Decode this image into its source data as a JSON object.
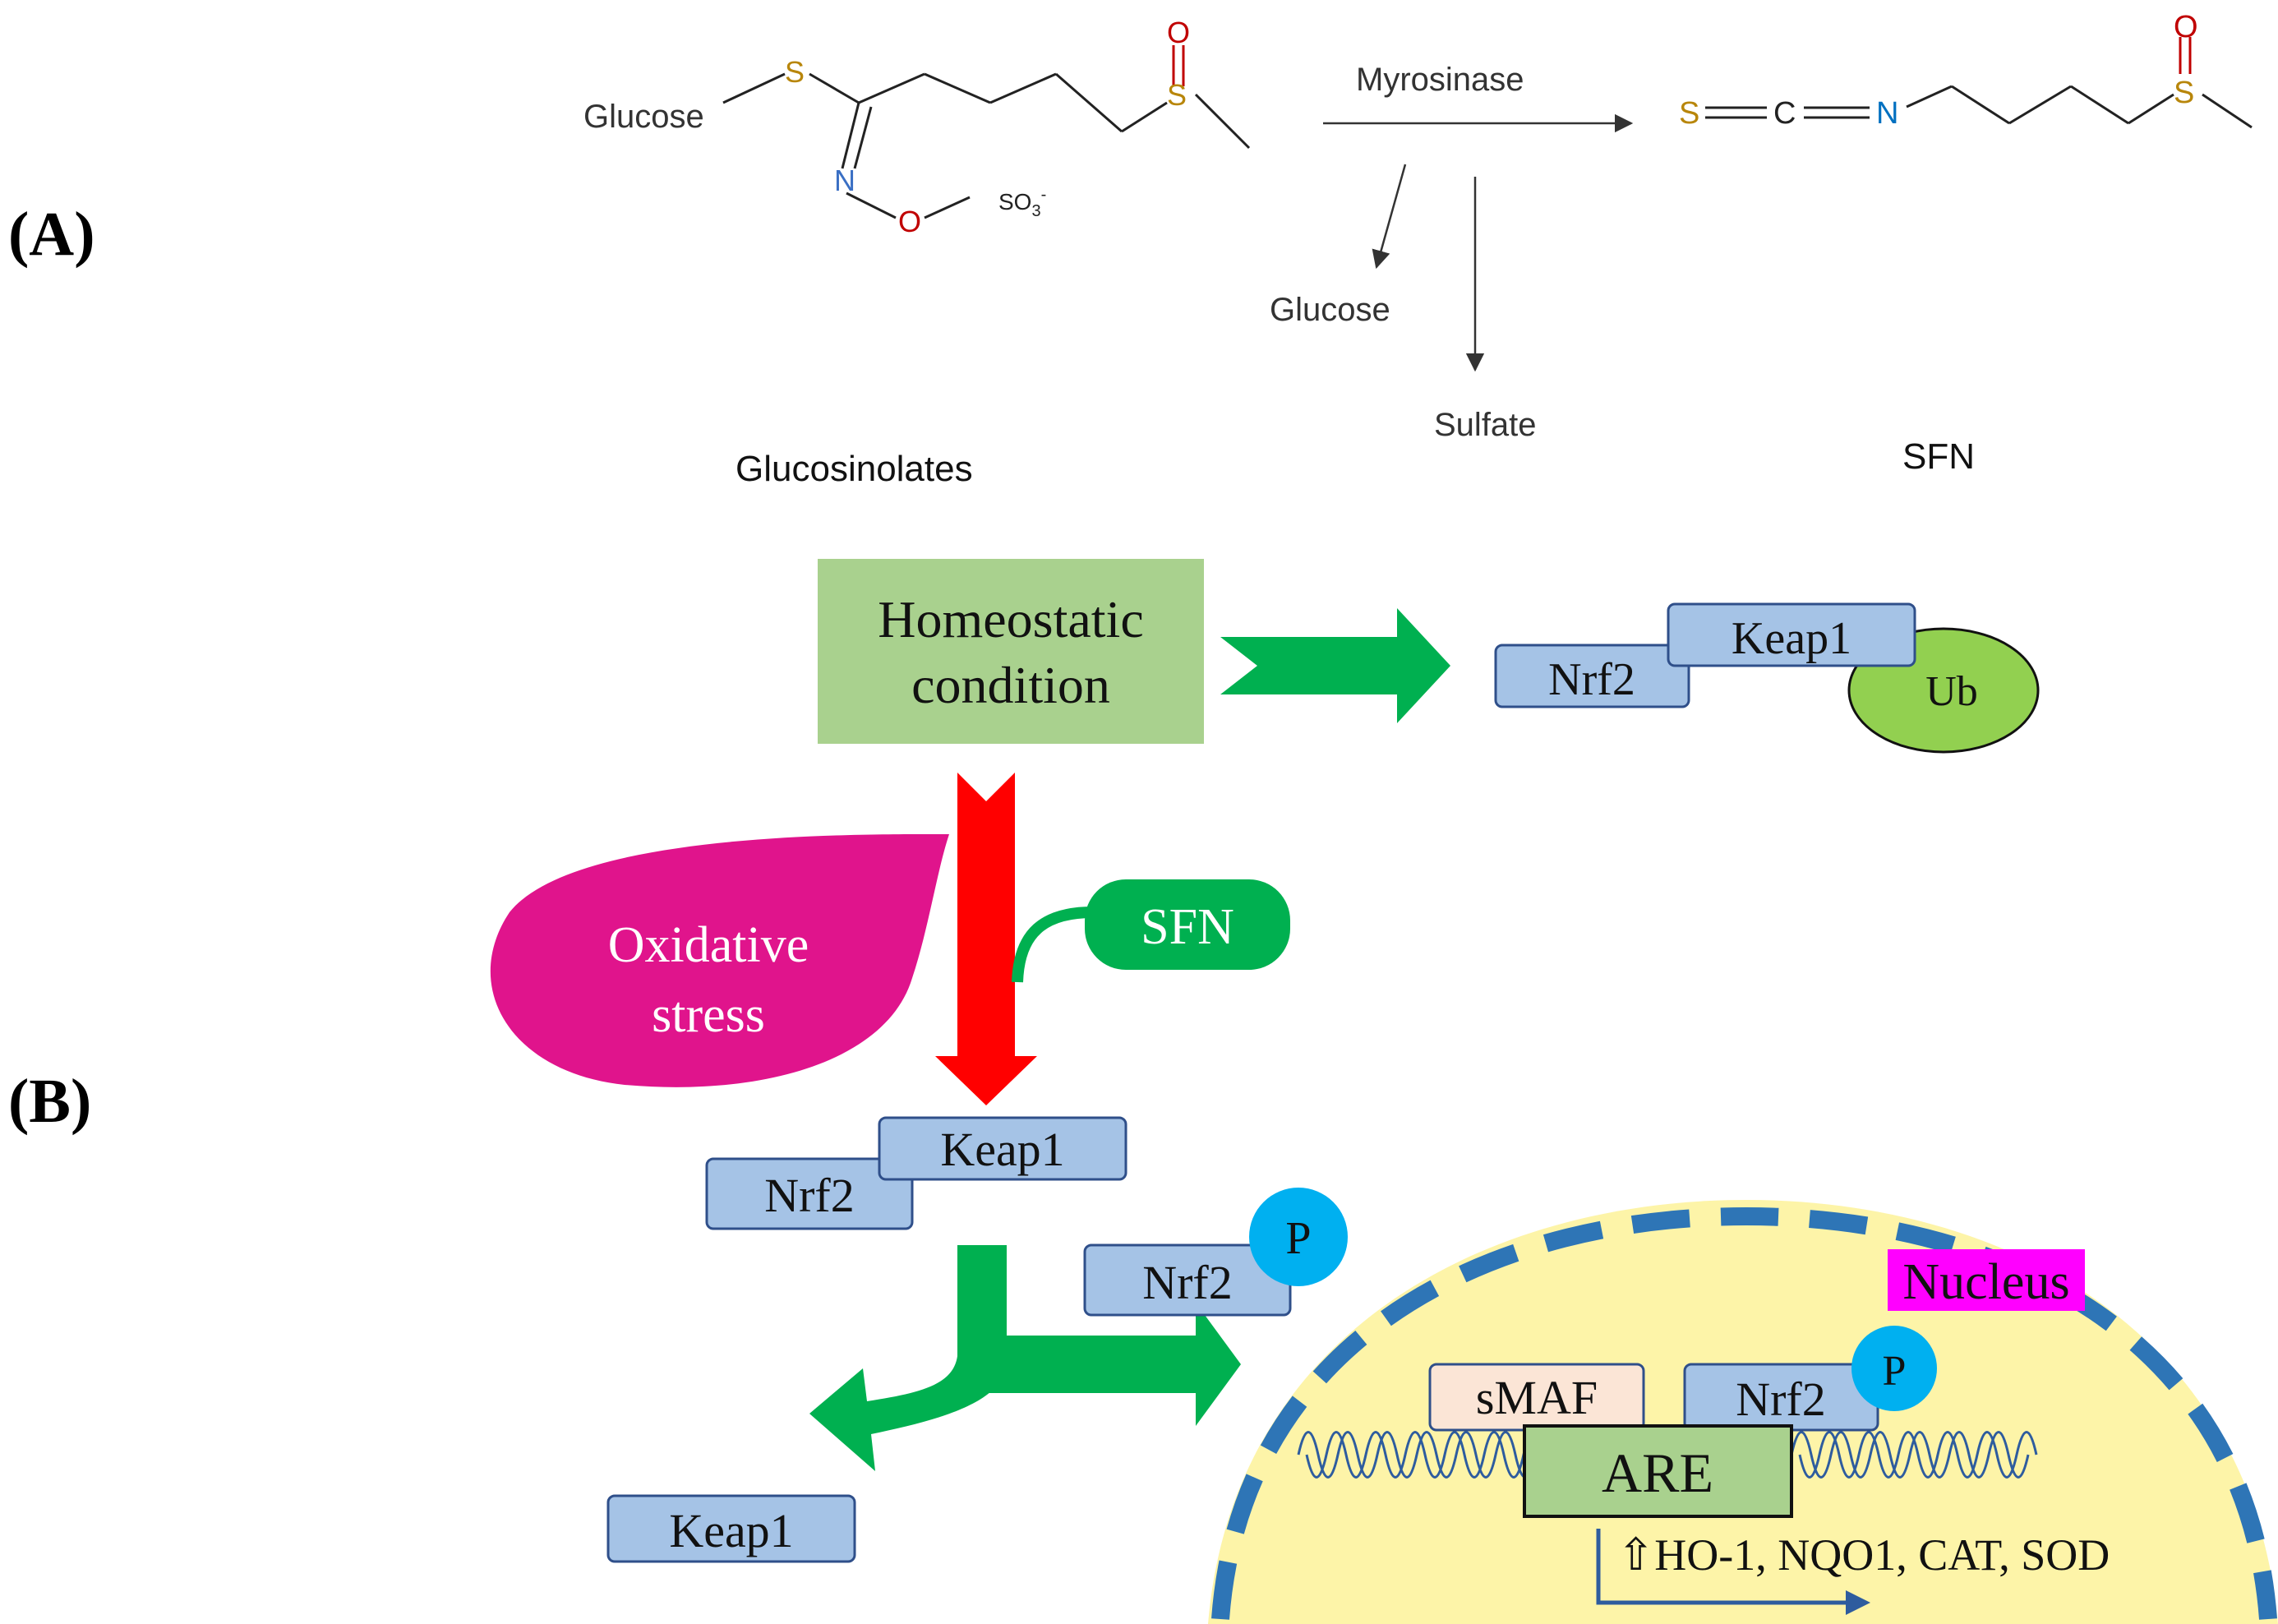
{
  "panel_labels": {
    "a": "(A)",
    "b": "(B)"
  },
  "reaction": {
    "substrate_glucose": "Glucose",
    "atom_s": "S",
    "atom_o": "O",
    "atom_n": "N",
    "atom_c": "C",
    "sulfonate": "SO3-",
    "enzyme": "Myrosinase",
    "byproduct_glucose": "Glucose",
    "byproduct_sulfate": "Sulfate",
    "substrate_name": "Glucosinolates",
    "product_name": "SFN"
  },
  "pathway": {
    "homeostatic_line1": "Homeostatic",
    "homeostatic_line2": "condition",
    "nrf2": "Nrf2",
    "keap1": "Keap1",
    "ub": "Ub",
    "oxidative_line1": "Oxidative",
    "oxidative_line2": "stress",
    "sfn": "SFN",
    "p": "P",
    "nucleus": "Nucleus",
    "smaf": "sMAF",
    "are": "ARE",
    "genes": "⇧HO-1, NQO1, CAT, SOD"
  },
  "colors": {
    "protein_fill": "#a5c3e6",
    "protein_stroke": "#2f4f8a",
    "homeostatic_fill": "#a9d18e",
    "green_arrow": "#00b050",
    "red_arrow": "#ff0000",
    "oxidative_fill": "#e0148c",
    "ub_fill": "#92d050",
    "phosphate_fill": "#00b0f0",
    "nucleus_fill": "#fdf4a8",
    "nucleus_border": "#2e75b6",
    "nucleus_label_bg": "#ff00ff",
    "smaf_fill": "#fbe5d6",
    "are_fill": "#a9d18e",
    "sulfur": "#b8860b",
    "oxygen": "#c00000",
    "nitrogen": "#0070c0"
  }
}
